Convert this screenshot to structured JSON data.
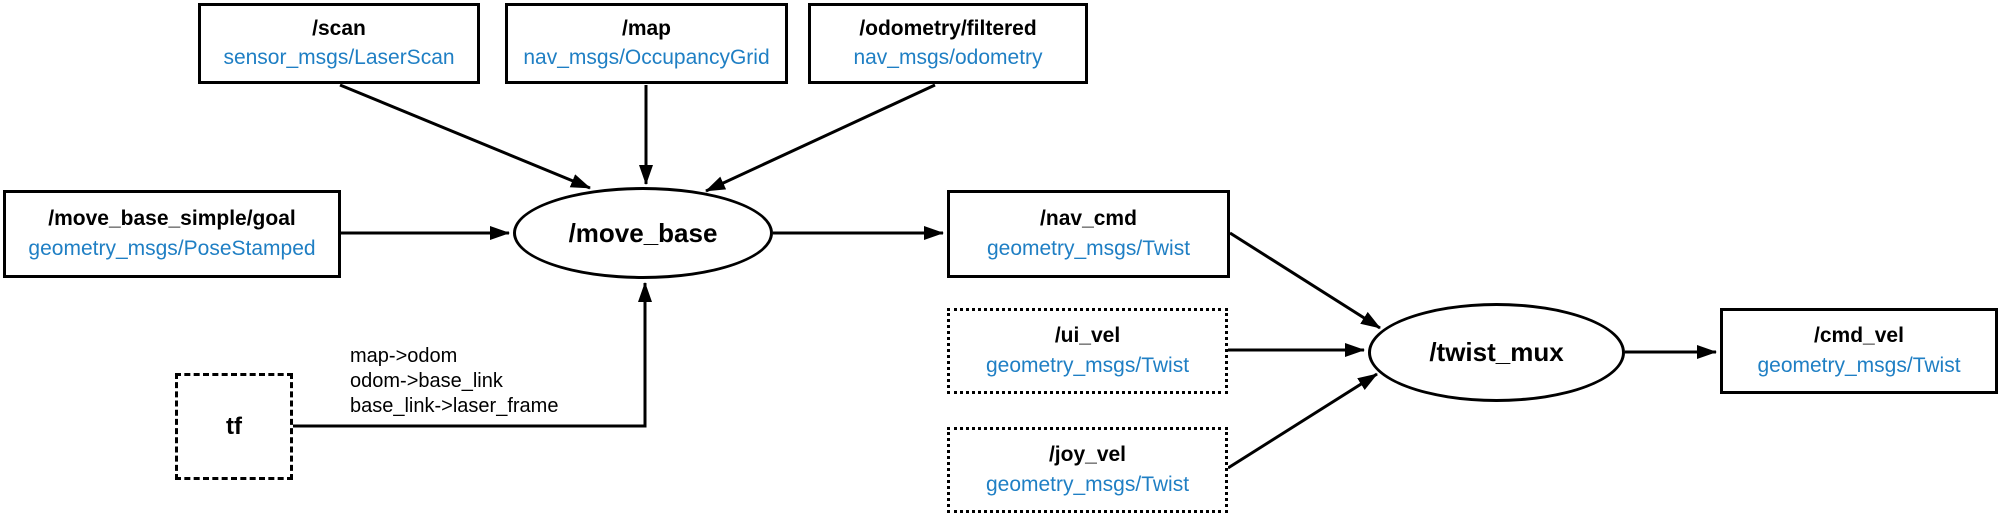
{
  "diagram": {
    "accent_blue": "#1f7fc4",
    "line_color": "#000000",
    "nodes": {
      "scan": {
        "title": "/scan",
        "type": "sensor_msgs/LaserScan"
      },
      "map": {
        "title": "/map",
        "type": "nav_msgs/OccupancyGrid"
      },
      "odometry_filtered": {
        "title": "/odometry/filtered",
        "type": "nav_msgs/odometry"
      },
      "move_base_simple_goal": {
        "title": "/move_base_simple/goal",
        "type": "geometry_msgs/PoseStamped"
      },
      "move_base": {
        "label": "/move_base"
      },
      "nav_cmd": {
        "title": "/nav_cmd",
        "type": "geometry_msgs/Twist"
      },
      "ui_vel": {
        "title": "/ui_vel",
        "type": "geometry_msgs/Twist"
      },
      "joy_vel": {
        "title": "/joy_vel",
        "type": "geometry_msgs/Twist"
      },
      "twist_mux": {
        "label": "/twist_mux"
      },
      "cmd_vel": {
        "title": "/cmd_vel",
        "type": "geometry_msgs/Twist"
      },
      "tf": {
        "label": "tf",
        "frames": [
          "map->odom",
          "odom->base_link",
          "base_link->laser_frame"
        ]
      }
    }
  }
}
